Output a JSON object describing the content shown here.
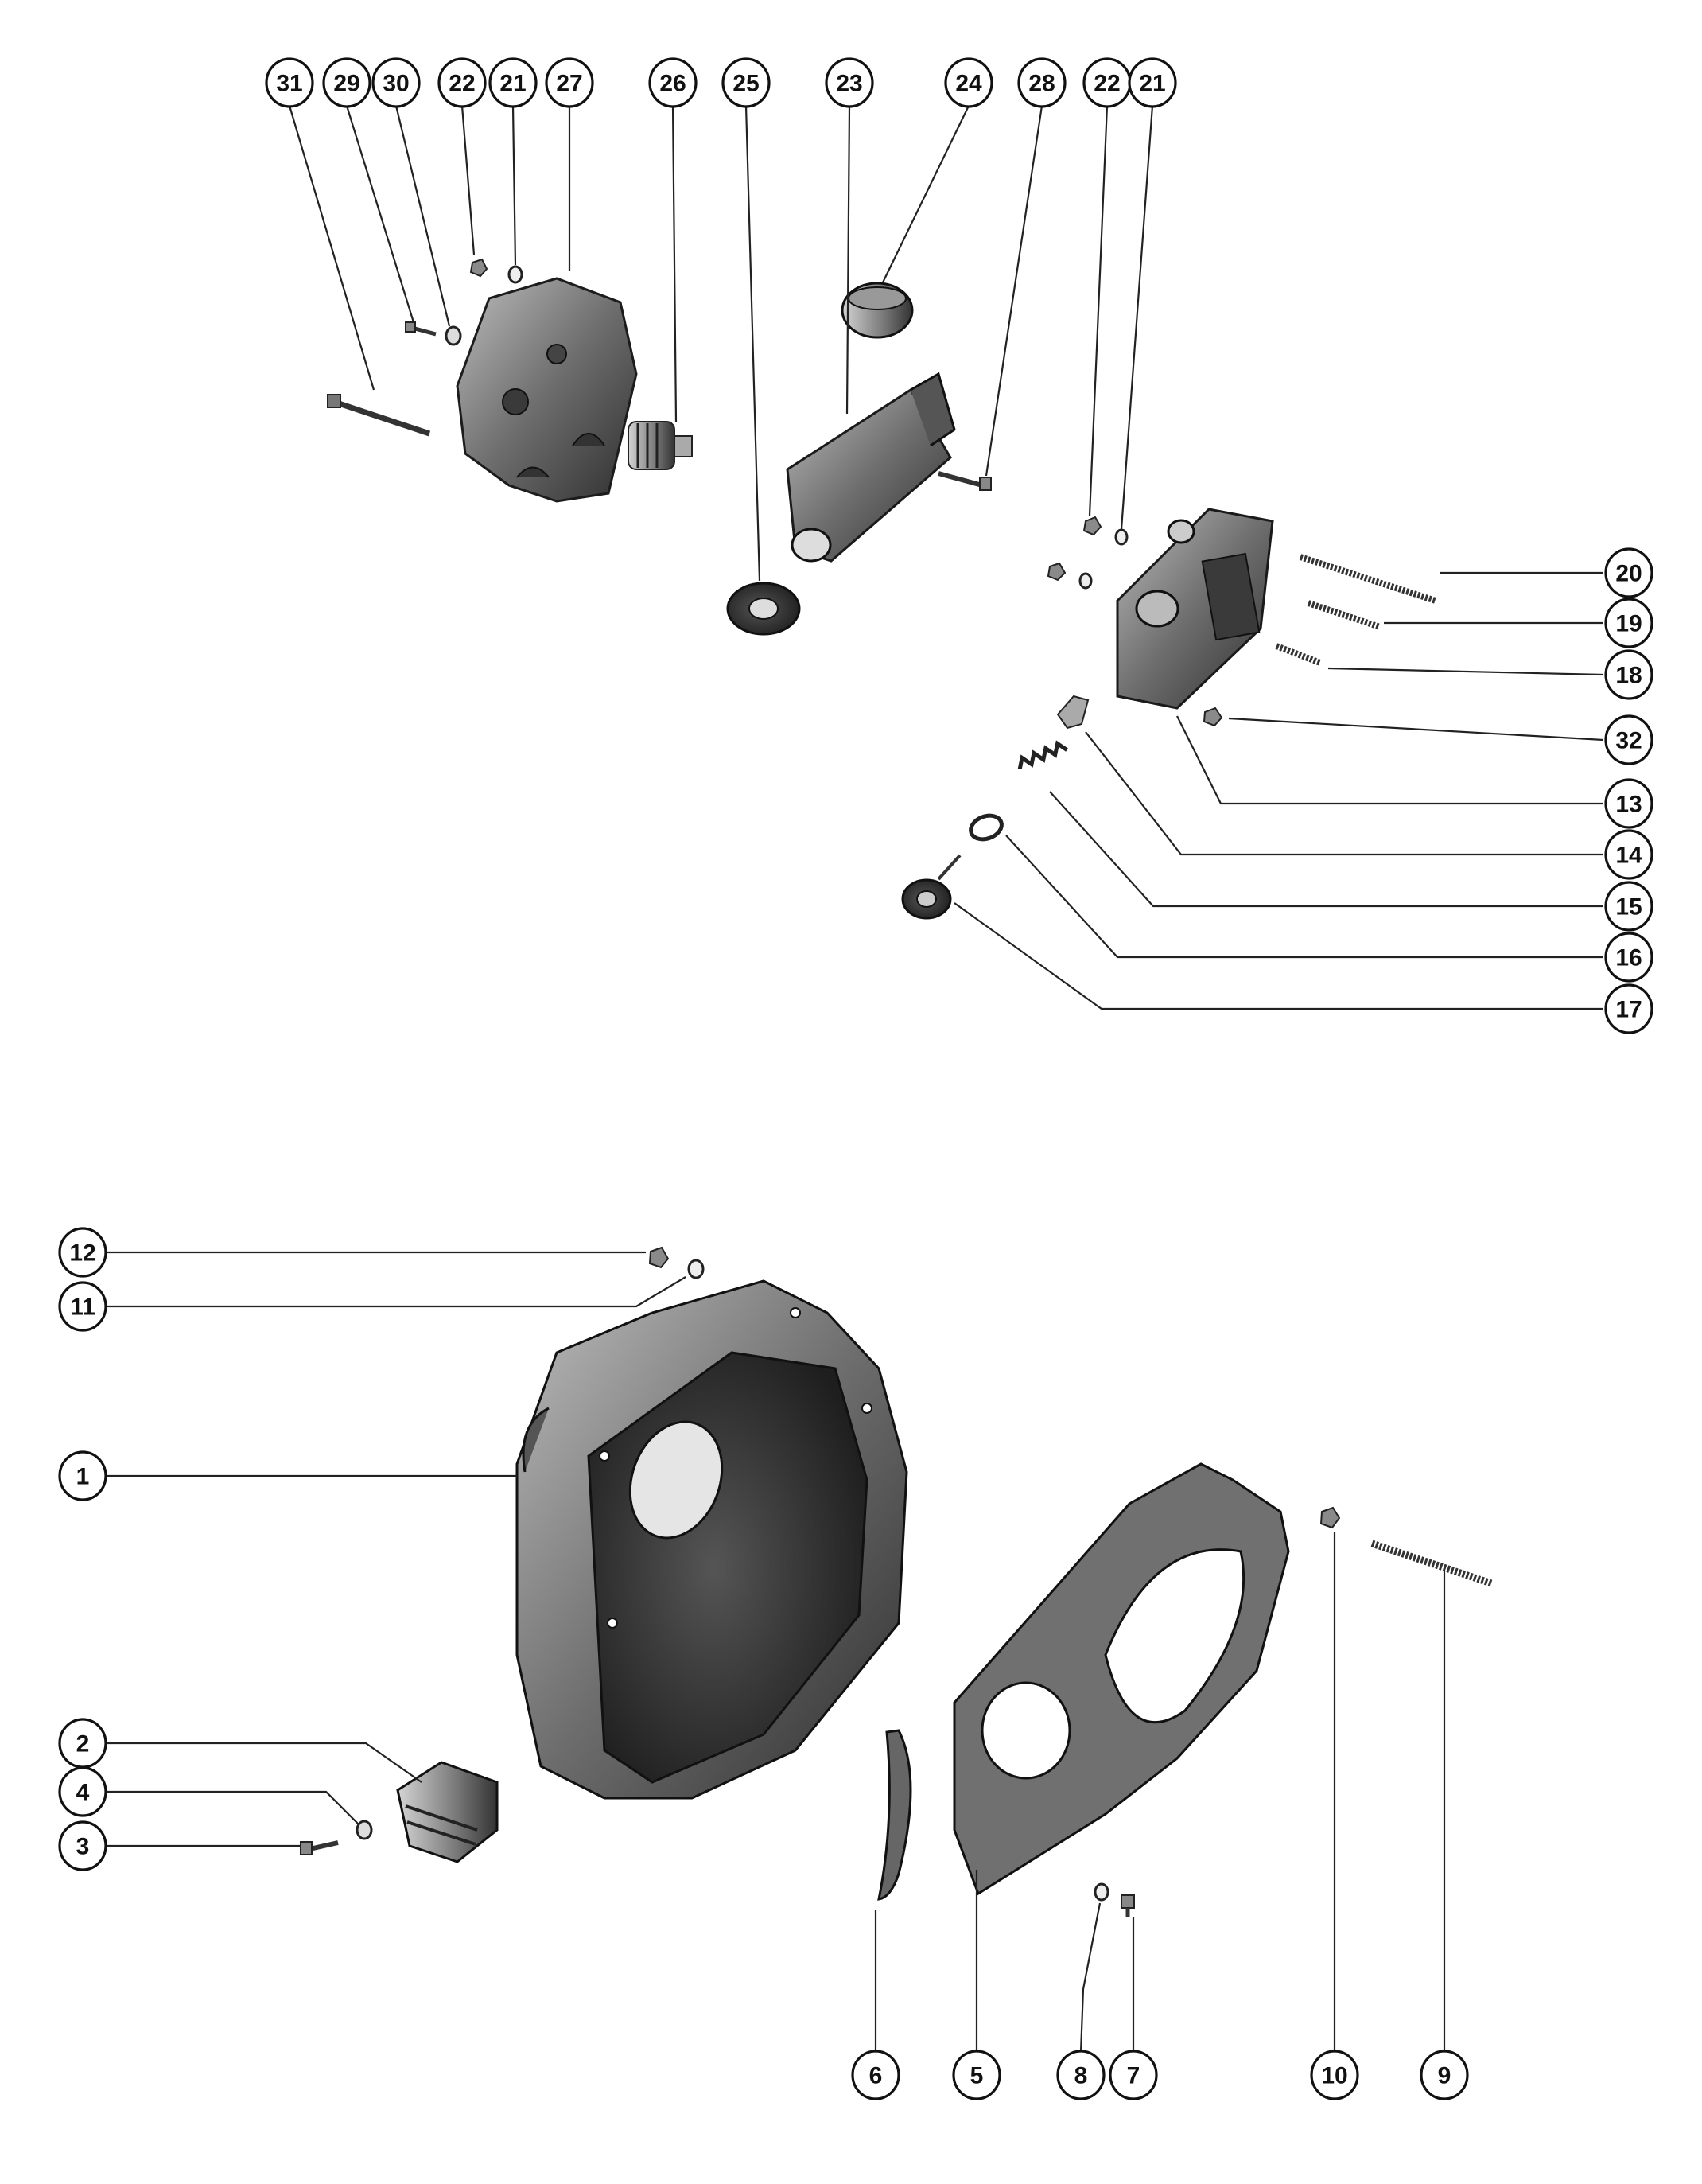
{
  "diagram": {
    "type": "exploded-parts-view",
    "callouts": {
      "top": [
        "31",
        "29",
        "30",
        "22",
        "21",
        "27",
        "26",
        "25",
        "23",
        "24",
        "28",
        "22",
        "21"
      ],
      "right": [
        "20",
        "19",
        "18",
        "32",
        "13",
        "14",
        "15",
        "16",
        "17"
      ],
      "lower_left": [
        "12",
        "11",
        "1",
        "2",
        "4",
        "3"
      ],
      "bottom": [
        "6",
        "5",
        "8",
        "7",
        "10",
        "9"
      ]
    },
    "parts": [
      {
        "id": "1",
        "name": "housing-casting"
      },
      {
        "id": "2",
        "name": "hub-cap"
      },
      {
        "id": "3",
        "name": "screw"
      },
      {
        "id": "4",
        "name": "washer"
      },
      {
        "id": "5",
        "name": "gasket-plate"
      },
      {
        "id": "6",
        "name": "seal-strip"
      },
      {
        "id": "7",
        "name": "screw"
      },
      {
        "id": "8",
        "name": "washer"
      },
      {
        "id": "9",
        "name": "stud"
      },
      {
        "id": "10",
        "name": "nut"
      },
      {
        "id": "11",
        "name": "washer"
      },
      {
        "id": "12",
        "name": "nut"
      },
      {
        "id": "13",
        "name": "valve-body"
      },
      {
        "id": "14",
        "name": "valve"
      },
      {
        "id": "15",
        "name": "spring"
      },
      {
        "id": "16",
        "name": "o-ring"
      },
      {
        "id": "17",
        "name": "plug"
      },
      {
        "id": "18",
        "name": "stud-short"
      },
      {
        "id": "19",
        "name": "stud-medium"
      },
      {
        "id": "20",
        "name": "stud-long"
      },
      {
        "id": "21",
        "name": "washer"
      },
      {
        "id": "22",
        "name": "nut"
      },
      {
        "id": "23",
        "name": "cylinder"
      },
      {
        "id": "24",
        "name": "bushing"
      },
      {
        "id": "25",
        "name": "bushing"
      },
      {
        "id": "26",
        "name": "piston"
      },
      {
        "id": "27",
        "name": "cover"
      },
      {
        "id": "28",
        "name": "screw"
      },
      {
        "id": "29",
        "name": "screw"
      },
      {
        "id": "30",
        "name": "washer"
      },
      {
        "id": "31",
        "name": "bolt"
      },
      {
        "id": "32",
        "name": "nut"
      }
    ]
  }
}
